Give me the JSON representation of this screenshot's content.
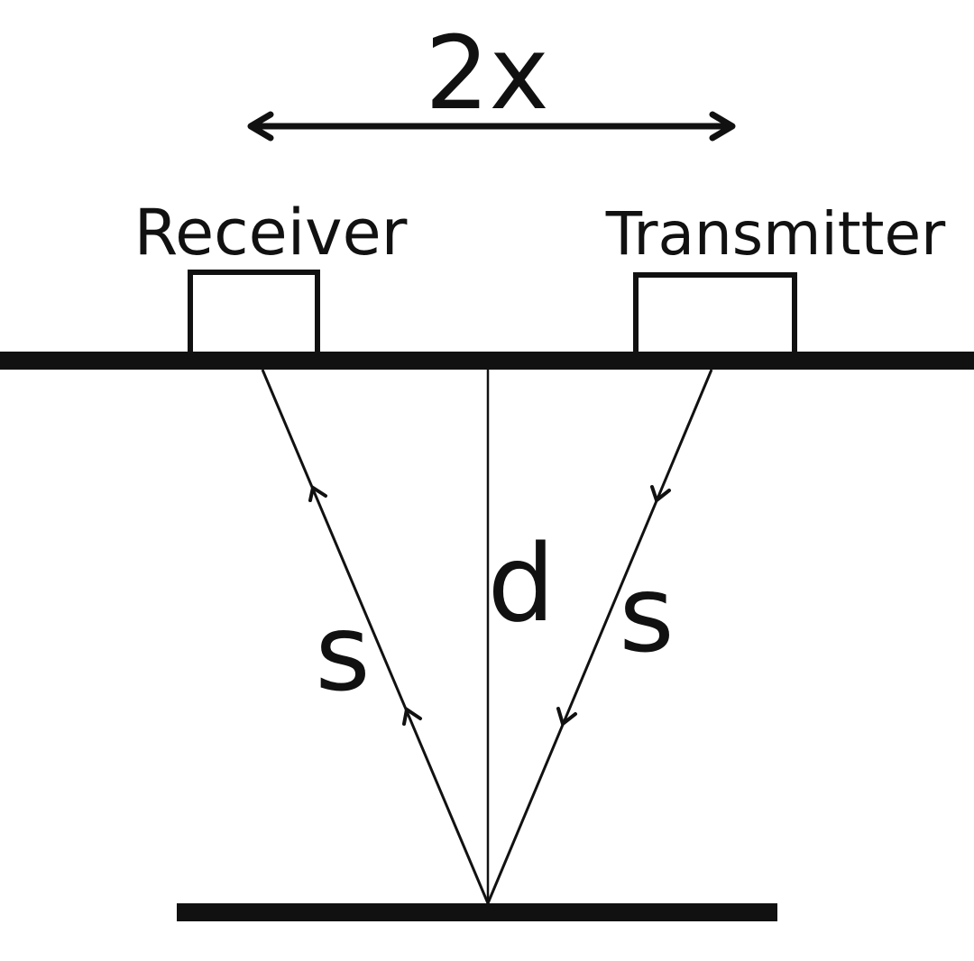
{
  "labels": {
    "separation": "2x",
    "receiver": "Receiver",
    "transmitter": "Transmitter",
    "depth": "d",
    "path_left": "s",
    "path_right": "s"
  },
  "colors": {
    "ink": "#111111",
    "background": "#ffffff"
  }
}
